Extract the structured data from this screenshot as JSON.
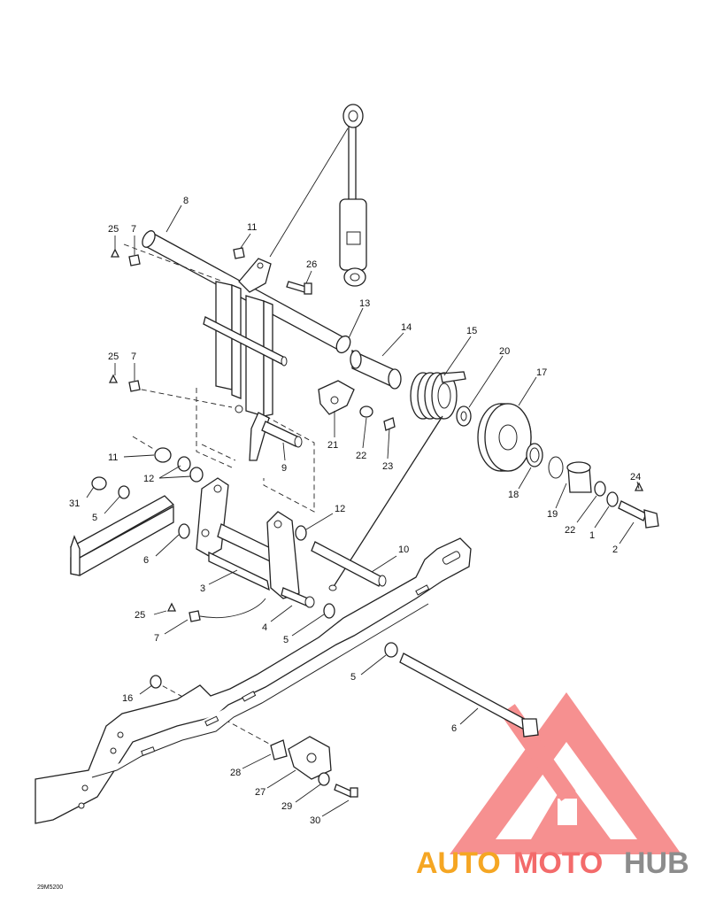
{
  "diagram_code": "29M5200",
  "labels": [
    {
      "id": "l1",
      "text": "1"
    },
    {
      "id": "l2",
      "text": "2"
    },
    {
      "id": "l3",
      "text": "3"
    },
    {
      "id": "l4",
      "text": "4"
    },
    {
      "id": "l5a",
      "text": "5"
    },
    {
      "id": "l5b",
      "text": "5"
    },
    {
      "id": "l5c",
      "text": "5"
    },
    {
      "id": "l6a",
      "text": "6"
    },
    {
      "id": "l6b",
      "text": "6"
    },
    {
      "id": "l7a",
      "text": "7"
    },
    {
      "id": "l7b",
      "text": "7"
    },
    {
      "id": "l7c",
      "text": "7"
    },
    {
      "id": "l8",
      "text": "8"
    },
    {
      "id": "l9",
      "text": "9"
    },
    {
      "id": "l10",
      "text": "10"
    },
    {
      "id": "l11a",
      "text": "11"
    },
    {
      "id": "l11b",
      "text": "11"
    },
    {
      "id": "l12a",
      "text": "12"
    },
    {
      "id": "l12b",
      "text": "12"
    },
    {
      "id": "l13",
      "text": "13"
    },
    {
      "id": "l14",
      "text": "14"
    },
    {
      "id": "l15",
      "text": "15"
    },
    {
      "id": "l16",
      "text": "16"
    },
    {
      "id": "l17",
      "text": "17"
    },
    {
      "id": "l18",
      "text": "18"
    },
    {
      "id": "l19",
      "text": "19"
    },
    {
      "id": "l20",
      "text": "20"
    },
    {
      "id": "l21",
      "text": "21"
    },
    {
      "id": "l22a",
      "text": "22"
    },
    {
      "id": "l22b",
      "text": "22"
    },
    {
      "id": "l23",
      "text": "23"
    },
    {
      "id": "l24",
      "text": "24"
    },
    {
      "id": "l25a",
      "text": "25"
    },
    {
      "id": "l25b",
      "text": "25"
    },
    {
      "id": "l25c",
      "text": "25"
    },
    {
      "id": "l26",
      "text": "26"
    },
    {
      "id": "l27",
      "text": "27"
    },
    {
      "id": "l28",
      "text": "28"
    },
    {
      "id": "l29",
      "text": "29"
    },
    {
      "id": "l30",
      "text": "30"
    },
    {
      "id": "l31",
      "text": "31"
    }
  ],
  "watermark": {
    "part1": "AUTO",
    "part2": "MOTO",
    "part3": "HUB",
    "color_orange": "#f5a623",
    "color_red": "#f36b6b",
    "color_gray": "#8c8c8c"
  }
}
